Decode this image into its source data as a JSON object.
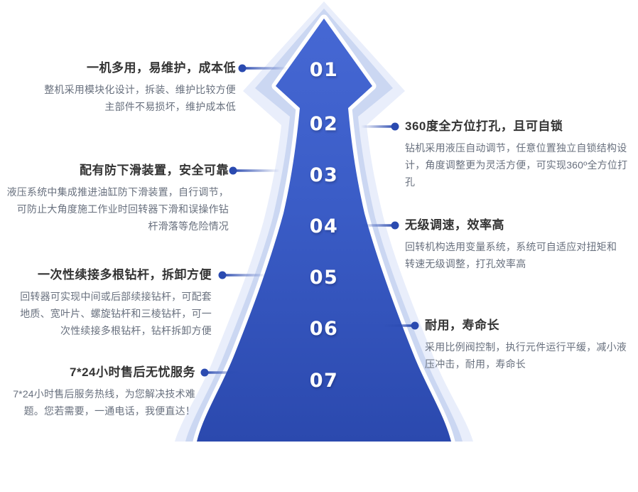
{
  "colors": {
    "background": "#ffffff",
    "arrow_top": "#4668d4",
    "arrow_mid": "#3a5cc6",
    "arrow_bottom": "#2b49ae",
    "echo_inner": "#cbd7f2",
    "echo_outer": "#e9eefb",
    "gap_stroke": "#ffffff",
    "connector": "#2a4ab0",
    "title_text": "#333333",
    "desc_text": "#68707e",
    "number_text": "#ffffff"
  },
  "steps": [
    "01",
    "02",
    "03",
    "04",
    "05",
    "06",
    "07"
  ],
  "left_items": [
    {
      "title": "一机多用，易维护，成本低",
      "desc": "整机采用模块化设计，拆装、维护比较方便\n主部件不易损坏，维护成本低"
    },
    {
      "title": "配有防下滑装置，安全可靠",
      "desc": "液压系统中集成推进油缸防下滑装置，自行调节，\n可防止大角度施工作业时回转器下滑和误操作钻\n杆滑落等危险情况"
    },
    {
      "title": "一次性续接多根钻杆，拆卸方便",
      "desc": "回转器可实现中间或后部续接钻杆，可配套\n地质、宽叶片、螺旋钻杆和三棱钻杆，可一\n次性续接多根钻杆，钻杆拆卸方便"
    },
    {
      "title": "7*24小时售后无忧服务",
      "desc": "7*24小时售后服务热线，为您解决技术难\n题。您若需要，一通电话，我便直达！"
    }
  ],
  "right_items": [
    {
      "title": "360度全方位打孔，且可自锁",
      "desc": "钻机采用液压自动调节，任意位置独立自锁结构设\n计，角度调整更为灵活方便，可实现360º全方位打\n孔"
    },
    {
      "title": "无级调速，效率高",
      "desc": "回转机构选用变量系统，系统可自适应对扭矩和\n转速无级调整，打孔效率高"
    },
    {
      "title": "耐用，寿命长",
      "desc": "采用比例阀控制，执行元件运行平缓，减小液\n压冲击，耐用，寿命长"
    }
  ]
}
